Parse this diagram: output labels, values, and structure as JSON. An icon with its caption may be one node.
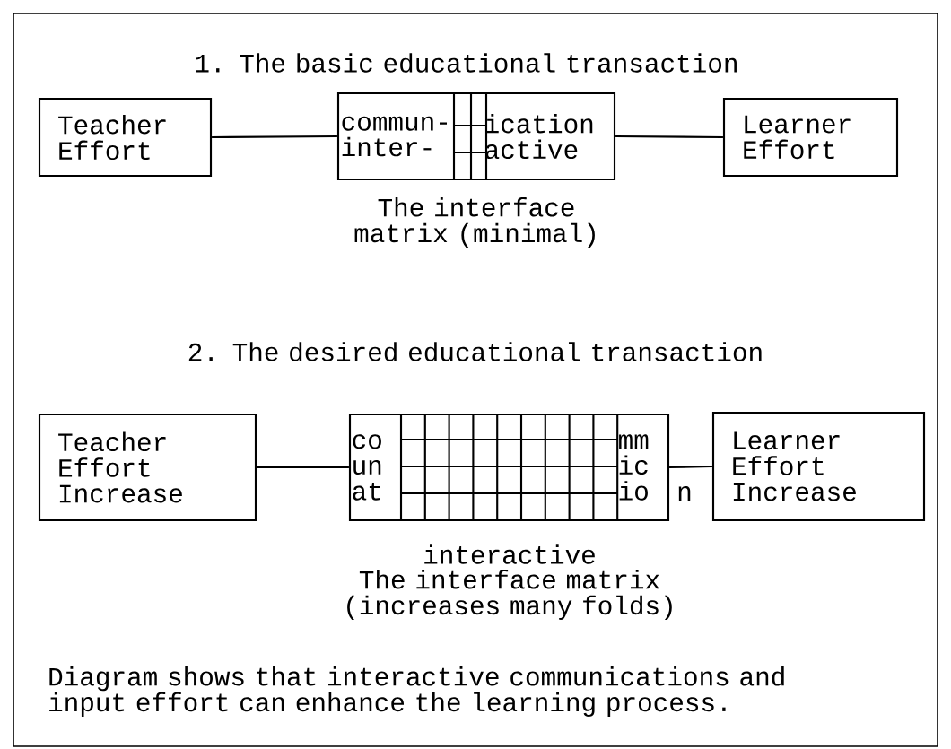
{
  "diagram": {
    "nodes": [
      {
        "text": [
          "Teacher Effort"
        ]
      },
      {
        "text": [
          "commun- inter-",
          "ication active"
        ],
        "beside": [
          "The interface matrix (minimal)"
        ]
      },
      {
        "text": [
          "Learner Effort"
        ]
      },
      {
        "text": [
          "Teacher Effort Increase"
        ]
      },
      {
        "text": [
          "co un at",
          "mm ic io"
        ],
        "beside": [
          "n",
          "interactive",
          "The interface matrix (increases many folds)"
        ]
      },
      {
        "text": [
          "Learner Effort Increase"
        ]
      }
    ],
    "edges": [
      {
        "from": 0,
        "to": 1,
        "arrow": "none"
      },
      {
        "from": 1,
        "to": 2,
        "arrow": "none"
      },
      {
        "from": 3,
        "to": 4,
        "arrow": "none"
      },
      {
        "from": 4,
        "to": 5,
        "arrow": "none"
      }
    ],
    "labels": [
      "1. The basic educational transaction",
      "2. The desired educational transaction",
      "Diagram shows that interactive communications and input effort can enhance the learning process."
    ]
  }
}
